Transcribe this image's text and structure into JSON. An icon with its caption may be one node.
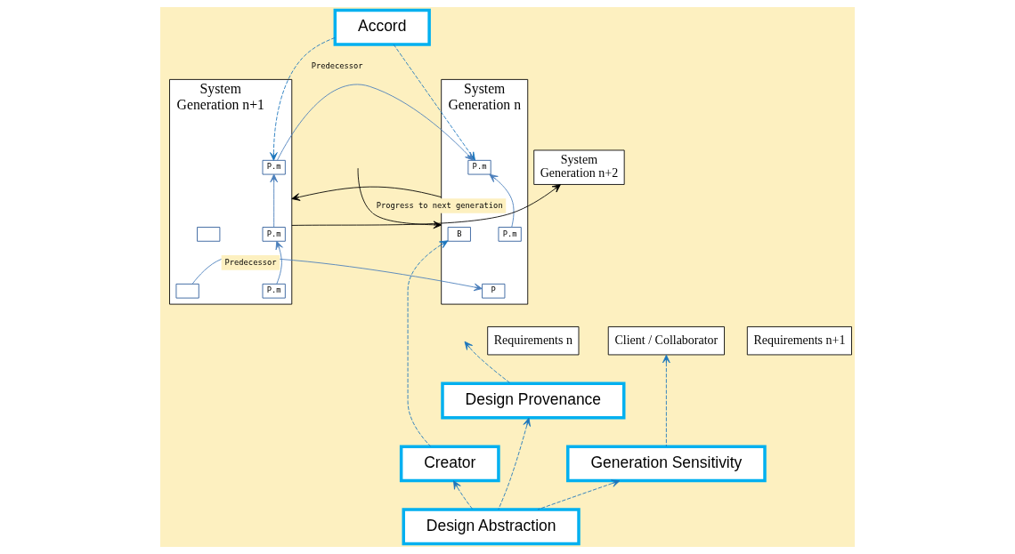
{
  "diagram": {
    "nodes": [
      {
        "text": [
          "Accord"
        ]
      },
      {
        "text": [
          "System",
          "Generation n"
        ]
      },
      {
        "text": [
          "P.m"
        ],
        "in": 1
      },
      {
        "text": [
          "P.m"
        ],
        "in": 1
      },
      {
        "text": [
          "B"
        ],
        "in": 1
      },
      {
        "text": [
          "P"
        ],
        "in": 1
      },
      {
        "text": [
          "Requirements n"
        ]
      },
      {
        "text": [
          "System",
          "Generation n+1"
        ]
      },
      {
        "text": [
          "P.m"
        ],
        "in": 7
      },
      {
        "text": [
          "P.m"
        ],
        "in": 7
      },
      {
        "text": [
          "P.m"
        ],
        "in": 7
      },
      {
        "text": [],
        "shape": "box",
        "in": 7
      },
      {
        "text": [],
        "shape": "box",
        "in": 7
      },
      {
        "text": [
          "System",
          "Generation n+2"
        ]
      },
      {
        "text": [
          "Requirements n+1"
        ]
      },
      {
        "text": [
          "Client / Collaborator"
        ]
      },
      {
        "text": [
          "Design Provenance"
        ]
      },
      {
        "text": [
          "Creator"
        ]
      },
      {
        "text": [
          "Generation Sensitivity"
        ]
      },
      {
        "text": [
          "Design Abstraction"
        ]
      }
    ],
    "edges": [
      {
        "from": null,
        "to": 1,
        "arrow": "to",
        "label": "Progress to next generation",
        "color": "#000000"
      },
      {
        "from": 1,
        "to": 7,
        "arrow": "to",
        "color": "#000000"
      },
      {
        "from": 7,
        "to": 13,
        "arrow": "to",
        "color": "#000000"
      },
      {
        "from": 0,
        "to": 2,
        "arrow": "to",
        "style": "dashed"
      },
      {
        "from": 0,
        "to": 8,
        "arrow": "to",
        "style": "dashed"
      },
      {
        "from": 8,
        "to": 2,
        "arrow": "to",
        "label": "Predecessor",
        "color": "#4a7ebb"
      },
      {
        "from": 3,
        "to": 2,
        "arrow": "to",
        "color": "#4a7ebb"
      },
      {
        "from": 9,
        "to": 8,
        "arrow": "to",
        "color": "#4a7ebb"
      },
      {
        "from": 10,
        "to": 9,
        "arrow": "to",
        "color": "#4a7ebb"
      },
      {
        "from": 12,
        "to": 5,
        "arrow": "to",
        "label": "Predecessor",
        "color": "#4a7ebb"
      },
      {
        "from": 16,
        "to": null,
        "arrow": "to",
        "style": "dashed"
      },
      {
        "from": 17,
        "to": 4,
        "arrow": "to",
        "style": "dashed"
      },
      {
        "from": 19,
        "to": 17,
        "arrow": "to",
        "style": "dashed"
      },
      {
        "from": 19,
        "to": 16,
        "arrow": "to",
        "style": "dashed"
      },
      {
        "from": 19,
        "to": 18,
        "arrow": "to",
        "style": "dashed"
      },
      {
        "from": 18,
        "to": 15,
        "arrow": "to",
        "style": "dashed"
      }
    ]
  }
}
